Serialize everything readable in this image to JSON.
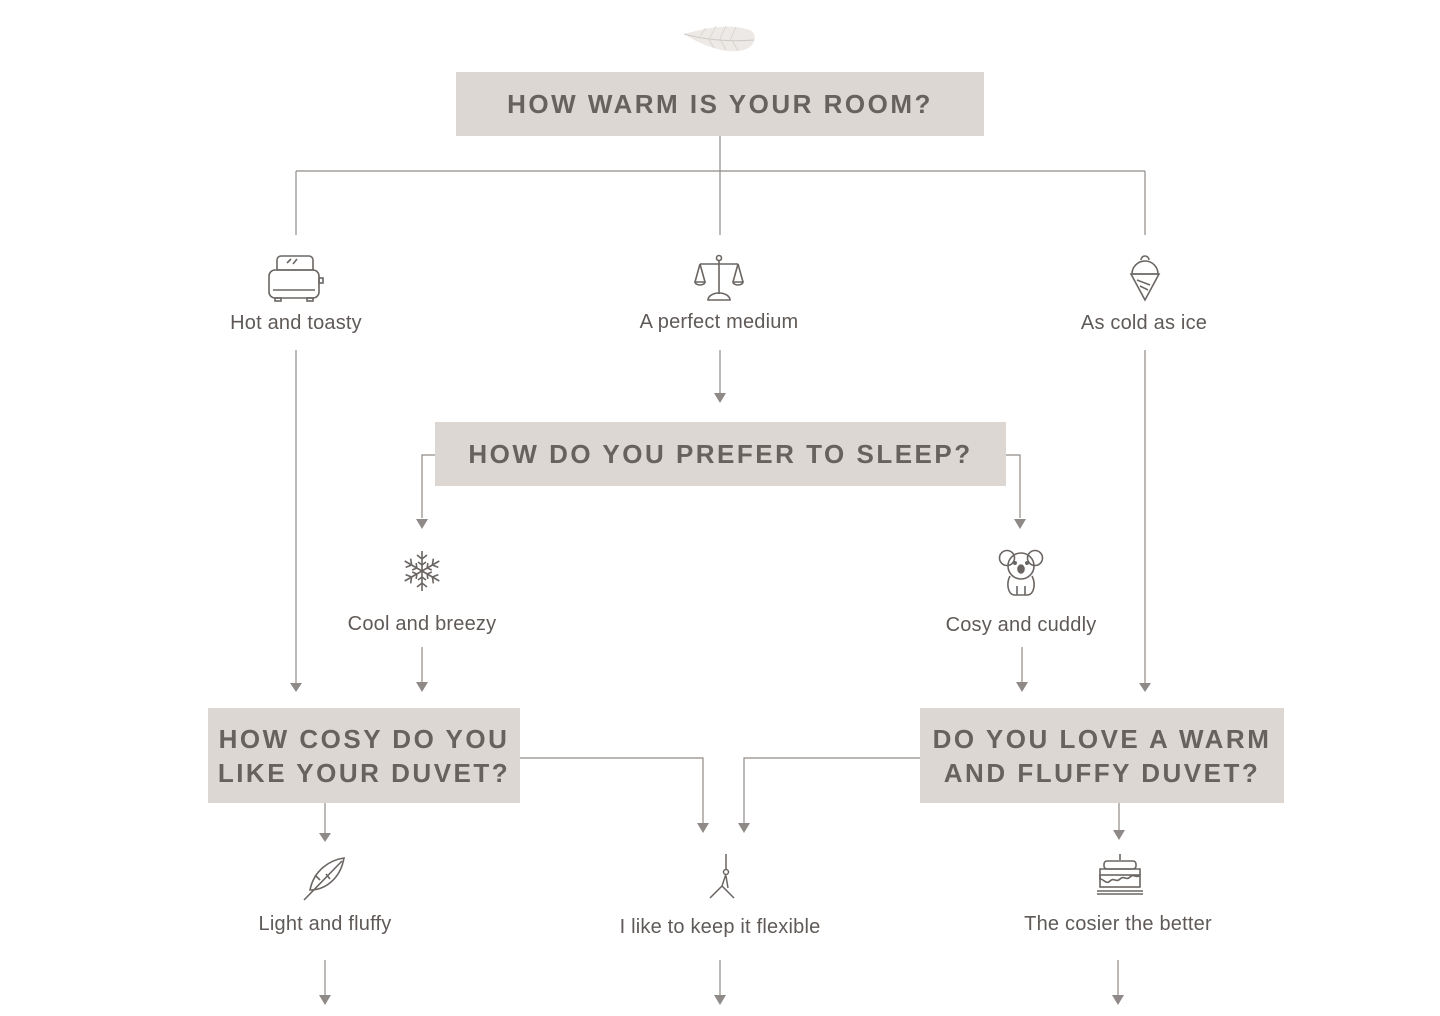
{
  "questions": {
    "room": "HOW WARM IS YOUR ROOM?",
    "sleep": "HOW DO YOU PREFER TO SLEEP?",
    "cosy_line1": "HOW COSY DO YOU",
    "cosy_line2": "LIKE YOUR DUVET?",
    "fluffy_line1": "DO YOU LOVE A WARM",
    "fluffy_line2": "AND FLUFFY DUVET?"
  },
  "answers": {
    "hot": "Hot and toasty",
    "medium": "A perfect medium",
    "cold": "As cold as ice",
    "cool": "Cool and breezy",
    "cosy": "Cosy and cuddly",
    "light": "Light and fluffy",
    "flexible": "I like to keep it flexible",
    "cosier": "The cosier the better"
  },
  "icons": {
    "top": "feather-icon",
    "hot": "toaster-icon",
    "medium": "scales-icon",
    "cold": "ice-cream-icon",
    "cool": "snowflake-icon",
    "cosy": "koala-icon",
    "light": "feather-icon",
    "flexible": "yoga-icon",
    "cosier": "cake-icon"
  },
  "colors": {
    "box": "#dcd7d2",
    "box_text": "#67625e",
    "line": "#8f8a87",
    "text": "#5f5a57"
  }
}
